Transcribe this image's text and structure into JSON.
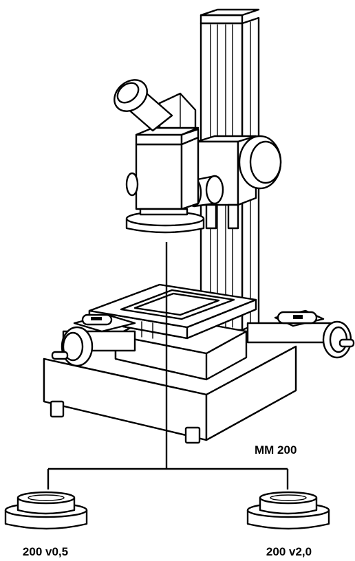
{
  "labels": {
    "main_model": "MM 200",
    "left_objective": "200 v0,5",
    "right_objective": "200 v2,0"
  }
}
